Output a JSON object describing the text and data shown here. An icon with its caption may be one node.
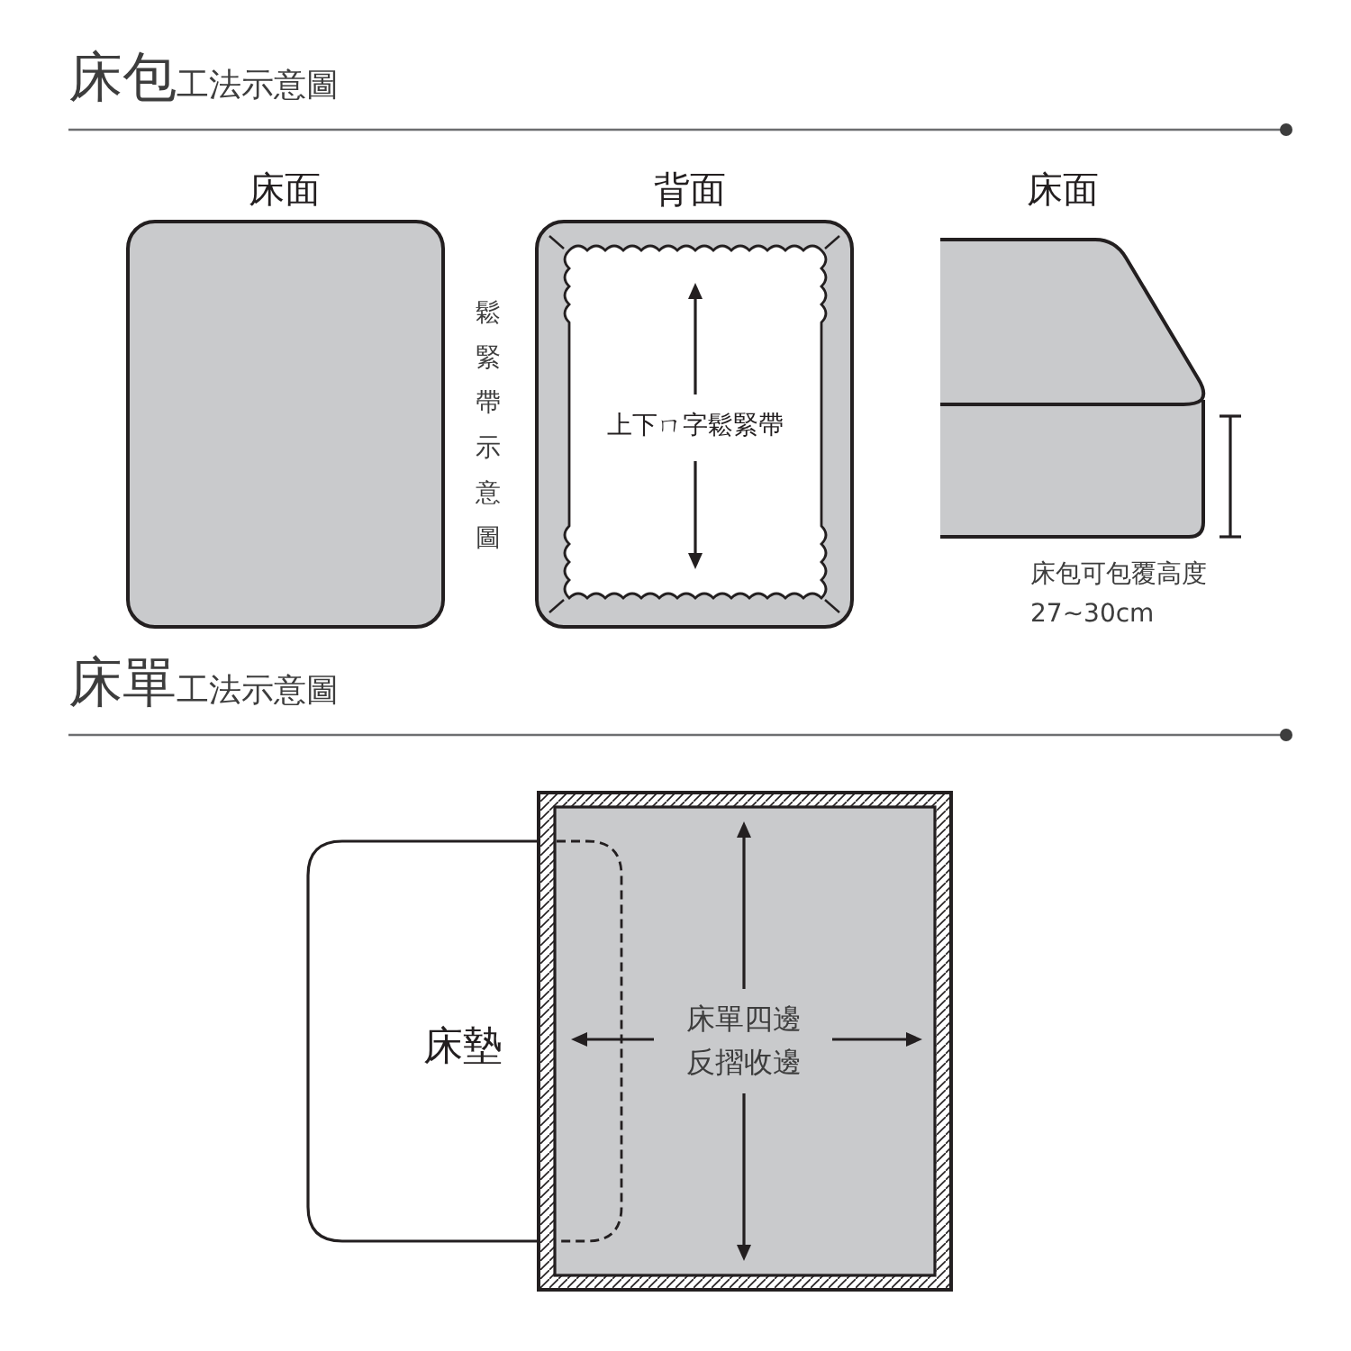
{
  "diagram": {
    "nodes": [
      {
        "text": [
          "床面"
        ]
      },
      {
        "text": [
          "背面",
          "上下ㄇ字鬆緊帶"
        ]
      },
      {
        "text": [
          "床面"
        ]
      },
      {
        "text": [
          "床墊"
        ]
      },
      {
        "text": [
          "床單四邊反摺收邊"
        ]
      }
    ],
    "labels": [
      "床包",
      "工法示意圖",
      "鬆緊帶示意圖",
      "床包可包覆高度 27~30cm",
      "床單",
      "工法示意圖"
    ]
  }
}
